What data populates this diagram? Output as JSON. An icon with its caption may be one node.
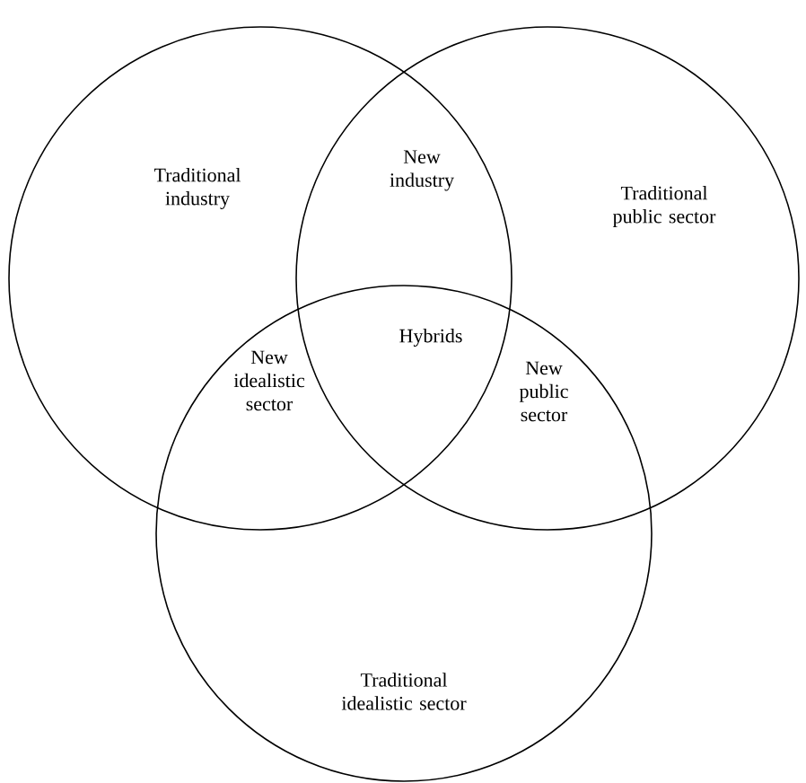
{
  "diagram": {
    "nodes": [
      {
        "text": [
          "Traditional industry"
        ]
      },
      {
        "text": [
          "Traditional public sector"
        ]
      },
      {
        "text": [
          "Traditional idealistic sector"
        ]
      }
    ],
    "labels": [
      "New industry",
      "Hybrids",
      "New idealistic sector",
      "New public sector"
    ]
  }
}
